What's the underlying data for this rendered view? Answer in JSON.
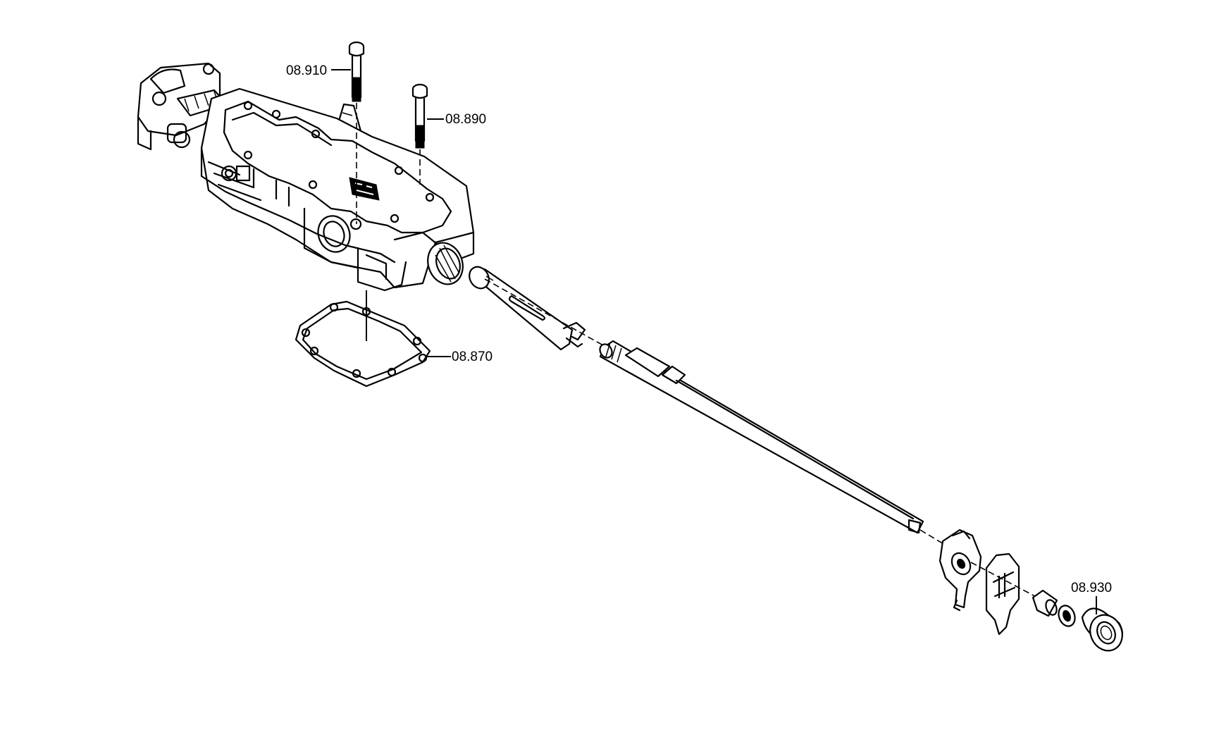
{
  "callouts": [
    {
      "id": "bolt-long",
      "label": "08.910"
    },
    {
      "id": "bolt-short",
      "label": "08.890"
    },
    {
      "id": "gasket",
      "label": "08.870"
    },
    {
      "id": "bearing",
      "label": "08.930"
    }
  ]
}
